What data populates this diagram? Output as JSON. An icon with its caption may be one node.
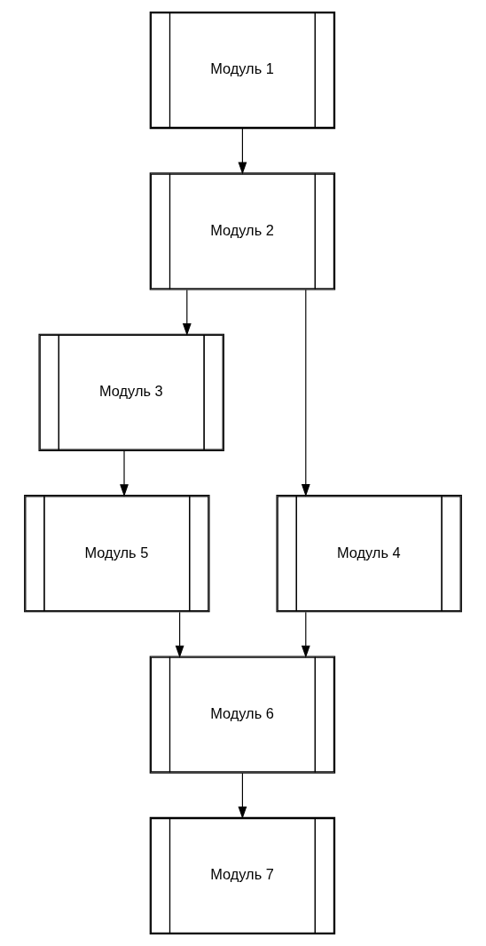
{
  "diagram": {
    "nodes": [
      {
        "text": [
          "Модуль 1"
        ]
      },
      {
        "text": [
          "Модуль 2"
        ]
      },
      {
        "text": [
          "Модуль 3"
        ]
      },
      {
        "text": [
          "Модуль 4"
        ]
      },
      {
        "text": [
          "Модуль 5"
        ]
      },
      {
        "text": [
          "Модуль 6"
        ]
      },
      {
        "text": [
          "Модуль 7"
        ]
      }
    ],
    "edges": [
      {
        "from": 0,
        "to": 1,
        "arrow": "to"
      },
      {
        "from": 1,
        "to": 2,
        "arrow": "to"
      },
      {
        "from": 1,
        "to": 3,
        "arrow": "to"
      },
      {
        "from": 2,
        "to": 4,
        "arrow": "to"
      },
      {
        "from": 4,
        "to": 5,
        "arrow": "to"
      },
      {
        "from": 3,
        "to": 5,
        "arrow": "to"
      },
      {
        "from": 5,
        "to": 6,
        "arrow": "to"
      }
    ]
  }
}
